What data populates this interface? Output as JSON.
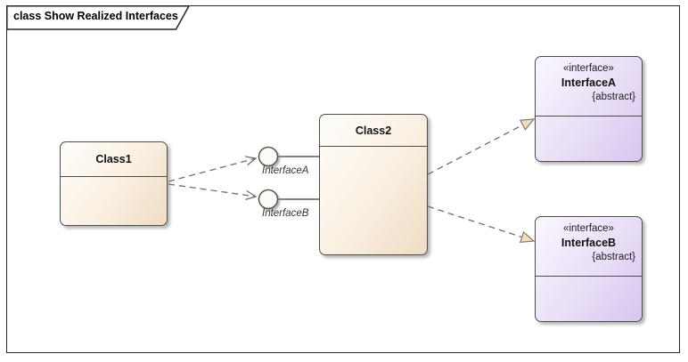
{
  "frame": {
    "title": "class Show Realized Interfaces"
  },
  "nodes": {
    "class1": {
      "name": "Class1"
    },
    "class2": {
      "name": "Class2"
    },
    "interfaceA": {
      "stereotype": "«interface»",
      "name": "InterfaceA",
      "modifier": "{abstract}"
    },
    "interfaceB": {
      "stereotype": "«interface»",
      "name": "InterfaceB",
      "modifier": "{abstract}"
    }
  },
  "connectors": {
    "lollipopA": {
      "label": "InterfaceA"
    },
    "lollipopB": {
      "label": "InterfaceB"
    }
  },
  "colors": {
    "class_fill_light": "#fffefb",
    "class_fill_dark": "#f0dcc3",
    "interface_fill_light": "#faf7fe",
    "interface_fill_dark": "#d7c6ef",
    "box_border": "#4d4d4d",
    "connector_line": "#6e6e6e",
    "realize_arrow_fill": "#f2ddba",
    "frame_border": "#262626",
    "lollipop_fill": "#fdfbf5"
  }
}
